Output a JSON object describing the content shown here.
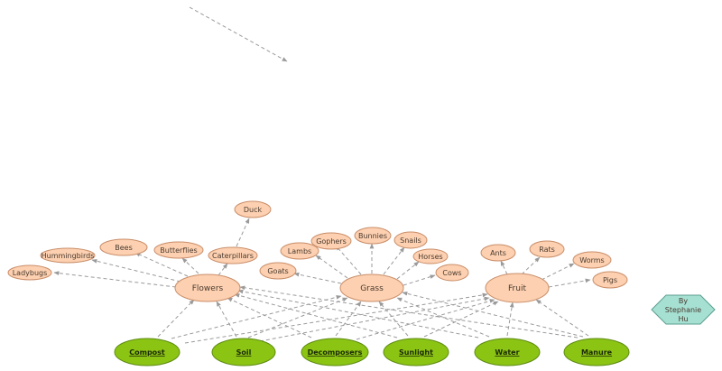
{
  "diagram": {
    "colors": {
      "concept_fill": "#fcd0b0",
      "concept_stroke": "#c98e6a",
      "source_fill": "#8cc414",
      "source_stroke": "#5b8a10",
      "credit_fill": "#a6e0d2",
      "credit_stroke": "#5a9e90",
      "arrow": "#9a9a9a"
    },
    "hubs": {
      "flowers": "Flowers",
      "grass": "Grass",
      "fruit": "Fruit"
    },
    "consumers": {
      "ladybugs": "Ladybugs",
      "hummingbirds": "Hummingbirds",
      "bees": "Bees",
      "butterflies": "Butterflies",
      "caterpillars": "Caterpillars",
      "duck": "Duck",
      "goats": "Goats",
      "lambs": "Lambs",
      "gophers": "Gophers",
      "bunnies": "Bunnies",
      "snails": "Snails",
      "horses": "Horses",
      "cows": "Cows",
      "ants": "Ants",
      "rats": "Rats",
      "worms": "Worms",
      "pigs": "Pigs"
    },
    "sources": {
      "compost": "Compost",
      "soil": "Soil",
      "decomposers": "Decomposers",
      "sunlight": "Sunlight",
      "water": "Water",
      "manure": "Manure"
    },
    "credit": {
      "line1": "By",
      "line2": "Stephanie",
      "line3": "Hu"
    }
  }
}
